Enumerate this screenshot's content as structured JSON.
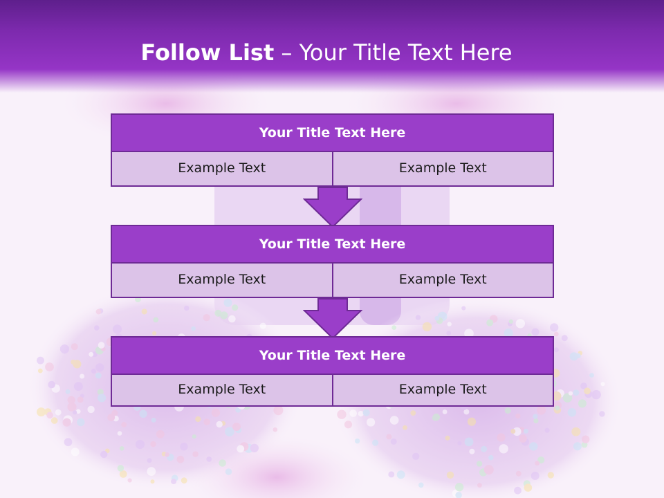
{
  "header": {
    "title_bold": "Follow List",
    "title_rest": " – Your Title Text Here"
  },
  "blocks": [
    {
      "title": "Your Title Text Here",
      "left": "Example Text",
      "right": "Example Text"
    },
    {
      "title": "Your Title Text Here",
      "left": "Example Text",
      "right": "Example Text"
    },
    {
      "title": "Your Title Text Here",
      "left": "Example Text",
      "right": "Example Text"
    }
  ],
  "colors": {
    "header_purple": "#7d2aae",
    "block_title_fill": "#9a3ec9",
    "cell_fill": "#dcc3e8",
    "border": "#6e2a95"
  },
  "icons": [
    "down-arrow-icon"
  ]
}
